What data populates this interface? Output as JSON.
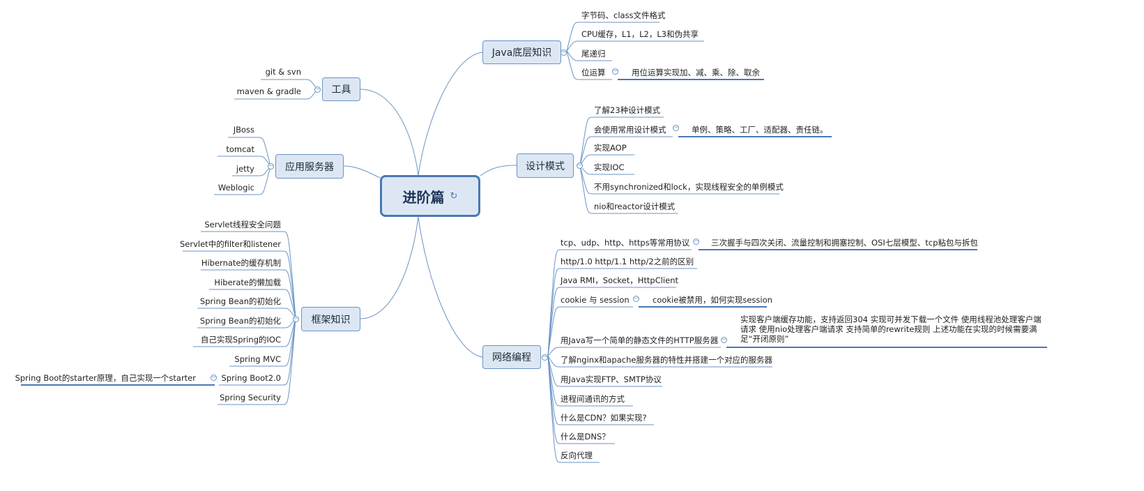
{
  "root": {
    "title": "进阶篇",
    "icon": "link-icon"
  },
  "java": {
    "title": "Java底层知识",
    "items": [
      "字节码、class文件格式",
      "CPU缓存，L1，L2，L3和伪共享",
      "尾递归",
      "位运算"
    ],
    "sub": "用位运算实现加、减、乘、除、取余"
  },
  "design": {
    "title": "设计模式",
    "items": [
      "了解23种设计模式",
      "会使用常用设计模式",
      "实现AOP",
      "实现IOC",
      "不用synchronized和lock，实现线程安全的单例模式",
      "nio和reactor设计模式"
    ],
    "sub": "单例、策略、工厂、适配器、责任链。"
  },
  "network": {
    "title": "网络编程",
    "items": [
      "tcp、udp、http、https等常用协议",
      "http/1.0 http/1.1 http/2之前的区别",
      "Java RMI，Socket，HttpClient",
      "cookie 与 session",
      "用Java写一个简单的静态文件的HTTP服务器",
      "了解nginx和apache服务器的特性并搭建一个对应的服务器",
      "用Java实现FTP、SMTP协议",
      "进程间通讯的方式",
      "什么是CDN？如果实现?",
      "什么是DNS？",
      "反向代理"
    ],
    "sub_tcp": "三次握手与四次关闭、流量控制和拥塞控制、OSI七层模型、tcp粘包与拆包",
    "sub_cookie": "cookie被禁用，如何实现session",
    "sub_http": "实现客户端缓存功能，支持返回304 实现可并发下载一个文件 使用线程池处理客户端请求 使用nio处理客户端请求 支持简单的rewrite规则 上述功能在实现的时候需要满足“开闭原则”"
  },
  "tools": {
    "title": "工具",
    "items": [
      "git & svn",
      "maven & gradle"
    ]
  },
  "servers": {
    "title": "应用服务器",
    "items": [
      "JBoss",
      "tomcat",
      "jetty",
      "Weblogic"
    ]
  },
  "framework": {
    "title": "框架知识",
    "items": [
      "Servlet线程安全问题",
      "Servlet中的filter和listener",
      "Hibernate的缓存机制",
      "Hiberate的懒加载",
      "Spring Bean的初始化",
      "Spring Bean的初始化",
      "自己实现Spring的IOC",
      "Spring MVC",
      "Spring Boot2.0",
      "Spring Security"
    ],
    "sub": "Spring Boot的starter原理，自己实现一个starter"
  },
  "colors": {
    "line": "#6a93c6",
    "underline": "#4a78b4",
    "box_fill": "#dde7f4"
  }
}
